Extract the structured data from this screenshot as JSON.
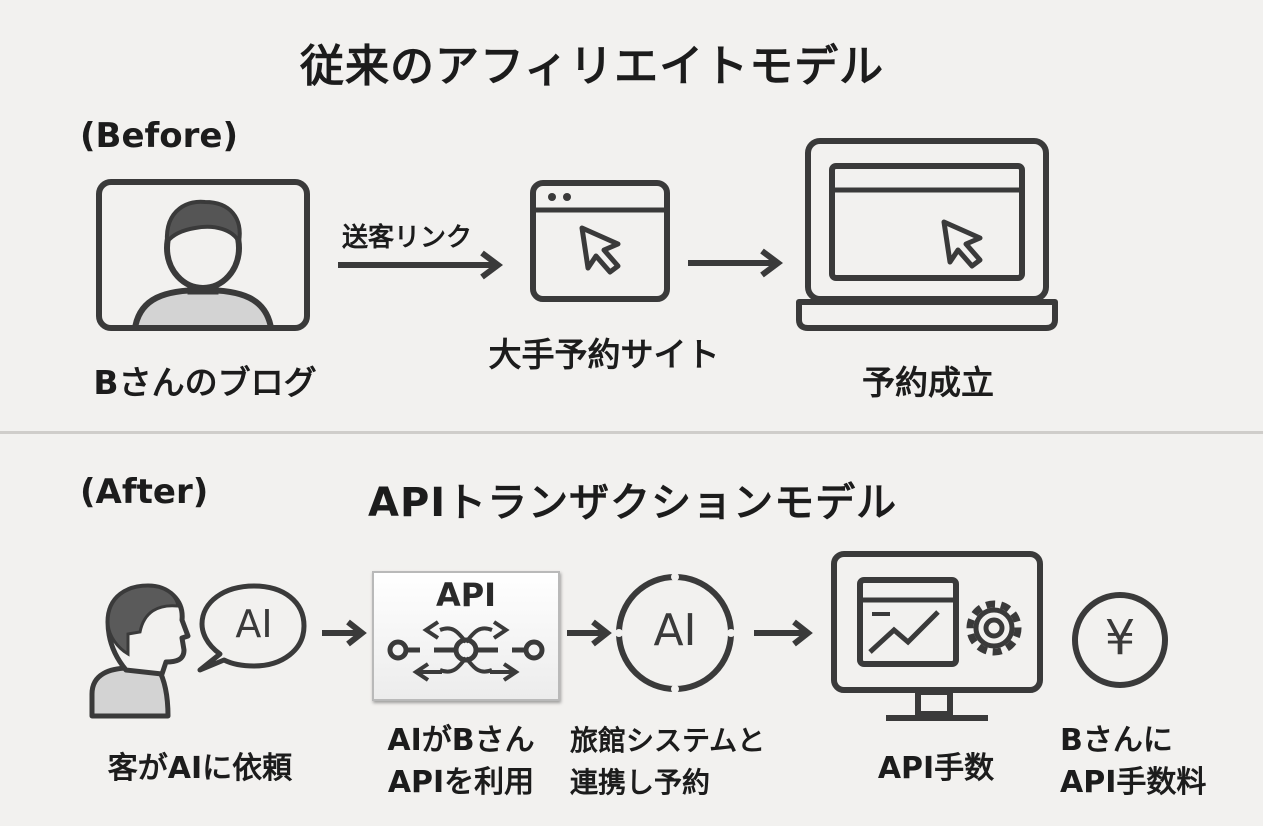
{
  "before": {
    "title": "従来のアフィリエイトモデル",
    "tag": "(Before)",
    "link_label": "送客リンク",
    "nodes": [
      {
        "label": "Bさんのブログ"
      },
      {
        "label": "大手予約サイト"
      },
      {
        "label": "予約成立"
      }
    ]
  },
  "after": {
    "tag": "(After)",
    "title": "APIトランザクションモデル",
    "ai_bubble": "AI",
    "api_box_label": "API",
    "ai_circle": "AI",
    "yen_symbol": "¥",
    "nodes": [
      {
        "line1": "客がAIに依頼",
        "line2": ""
      },
      {
        "line1": "AIがBさん",
        "line2": "APIを利用"
      },
      {
        "line1": "旅館システムと",
        "line2": "連携し予約"
      },
      {
        "line1": "API手数",
        "line2": ""
      },
      {
        "line1": "Bさんに",
        "line2": "API手数料"
      }
    ]
  },
  "colors": {
    "ink": "#3a3a3a",
    "background": "#f2f1ef"
  }
}
